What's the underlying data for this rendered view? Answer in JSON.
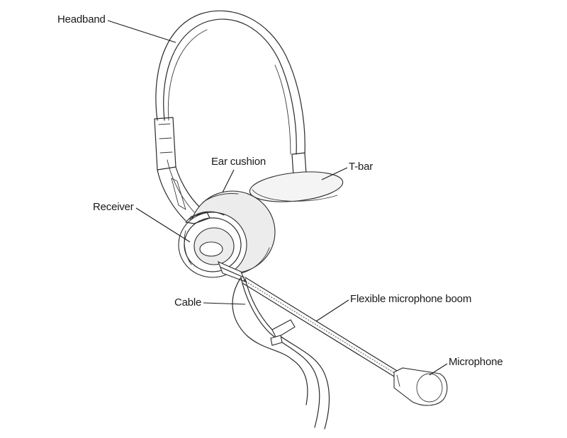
{
  "labels": {
    "headband": "Headband",
    "ear_cushion": "Ear cushion",
    "t_bar": "T-bar",
    "receiver": "Receiver",
    "cable": "Cable",
    "boom": "Flexible microphone boom",
    "microphone": "Microphone"
  },
  "colors": {
    "ink": "#2a2a2a",
    "shade": "#ececec",
    "background": "#ffffff"
  }
}
